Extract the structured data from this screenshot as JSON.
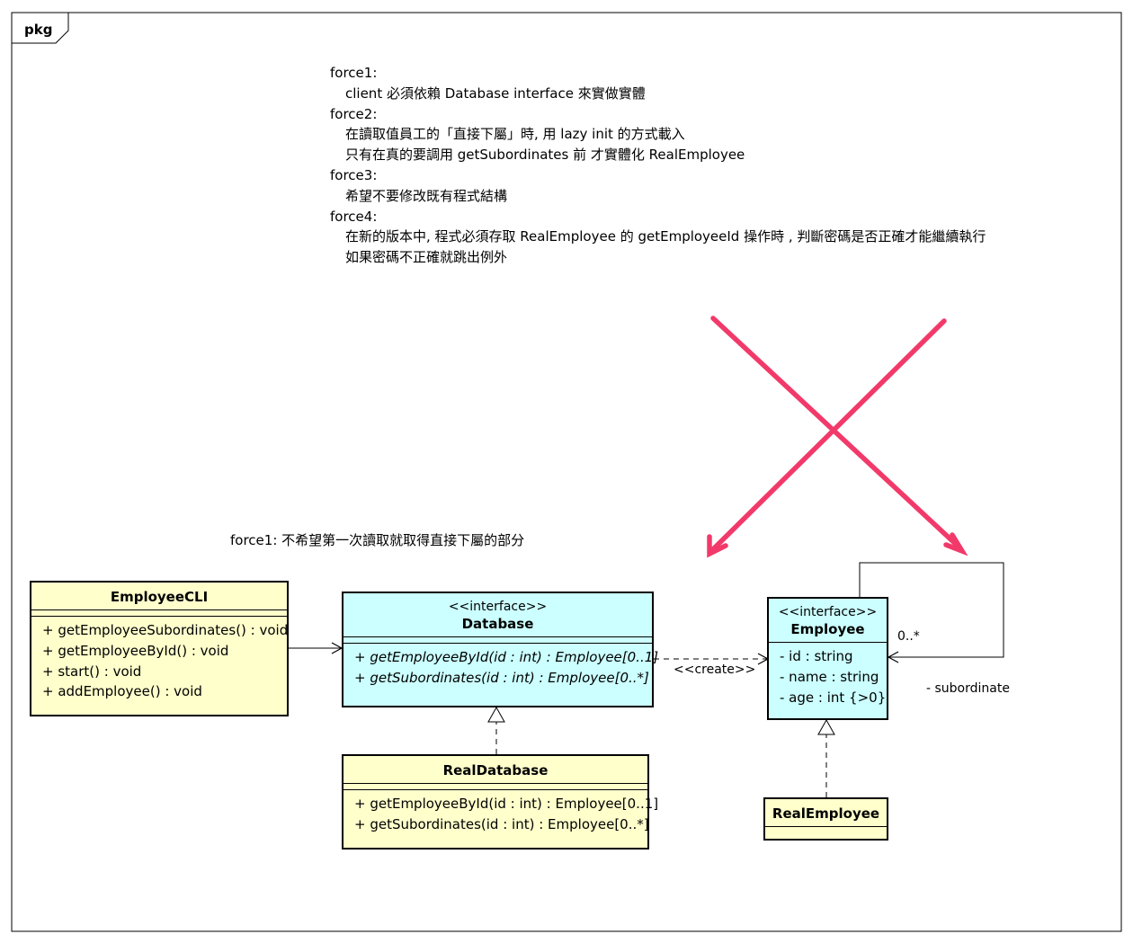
{
  "frame": {
    "label": "pkg"
  },
  "notes": {
    "force1_title": "force1:",
    "force1_line1": "client 必須依賴 Database interface 來實做實體",
    "force2_title": "force2:",
    "force2_line1": "在讀取值員工的「直接下屬」時, 用 lazy init 的方式載入",
    "force2_line2": "只有在真的要調用 getSubordinates 前 才實體化 RealEmployee",
    "force3_title": "force3:",
    "force3_line1": "希望不要修改既有程式結構",
    "force4_title": "force4:",
    "force4_line1": "在新的版本中, 程式必須存取 RealEmployee 的 getEmployeeId 操作時 , 判斷密碼是否正確才能繼續執行",
    "force4_line2": "如果密碼不正確就跳出例外",
    "force1_note": "force1: 不希望第一次讀取就取得直接下屬的部分"
  },
  "classes": {
    "employee_cli": {
      "name": "EmployeeCLI",
      "methods": [
        "+ getEmployeeSubordinates() : void",
        "+ getEmployeeById() : void",
        "+ start() : void",
        "+ addEmployee() : void"
      ]
    },
    "database": {
      "stereotype": "<<interface>>",
      "name": "Database",
      "methods": [
        "+ getEmployeeById(id : int) : Employee[0..1]",
        "+ getSubordinates(id : int) : Employee[0..*]"
      ]
    },
    "real_database": {
      "name": "RealDatabase",
      "methods": [
        "+ getEmployeeById(id : int) : Employee[0..1]",
        "+ getSubordinates(id : int) : Employee[0..*]"
      ]
    },
    "employee": {
      "stereotype": "<<interface>>",
      "name": "Employee",
      "attributes": [
        "- id : string",
        "- name : string",
        "- age : int {>0}"
      ]
    },
    "real_employee": {
      "name": "RealEmployee"
    }
  },
  "relations": {
    "create_label": "<<create>>",
    "multiplicity": "0..*",
    "role": "- subordinate"
  },
  "colors": {
    "class_fill": "#ffffcc",
    "interface_fill": "#ccffff",
    "cross_mark": "#f23a6a"
  }
}
